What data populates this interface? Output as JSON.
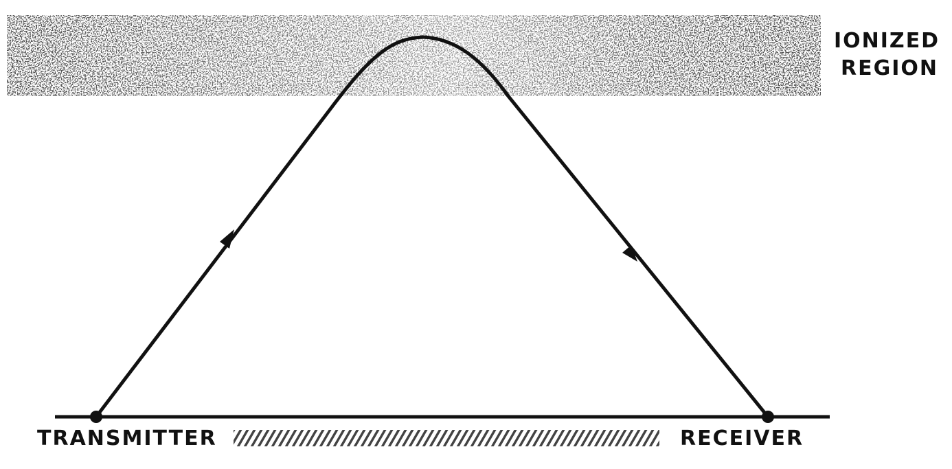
{
  "labels": {
    "ionized_region_line1": "IONIZED",
    "ionized_region_line2": "REGION",
    "transmitter": "TRANSMITTER",
    "receiver": "RECEIVER"
  },
  "colors": {
    "ink": "#111111",
    "background": "#ffffff"
  }
}
